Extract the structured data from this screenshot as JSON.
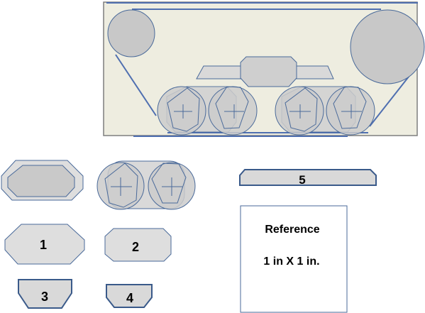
{
  "labels": {
    "part1": "1",
    "part2": "2",
    "part3": "3",
    "part4": "4",
    "part5": "5"
  },
  "reference": {
    "title": "Reference",
    "size": "1 in X 1 in."
  },
  "colors": {
    "frame_fill": "#eeede0",
    "frame_stroke": "#7f7f7f",
    "track_line": "#4f6fb0",
    "part_fill": "#dedede",
    "part_fill_dark": "#cfcfcf",
    "part_stroke": "#4a6a9a",
    "dark_stroke": "#3a5a8a"
  }
}
